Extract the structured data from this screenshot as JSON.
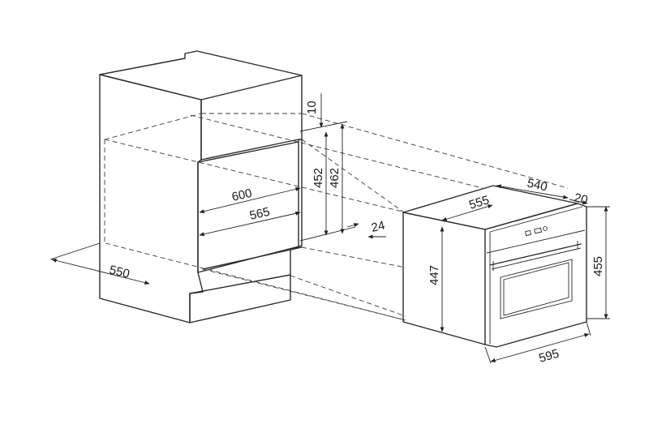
{
  "dimensions": {
    "gap_top": "10",
    "opening_height_inner": "452",
    "opening_height_outer": "462",
    "opening_width_outer": "600",
    "opening_width_inner": "565",
    "cabinet_depth": "550",
    "side_clearance": "24",
    "oven_depth_total": "540",
    "oven_body_width": "555",
    "front_panel_thickness": "20",
    "oven_body_height": "447",
    "oven_front_height": "455",
    "oven_front_width": "595"
  },
  "colors": {
    "line": "#2b2b2b",
    "background": "#ffffff"
  }
}
